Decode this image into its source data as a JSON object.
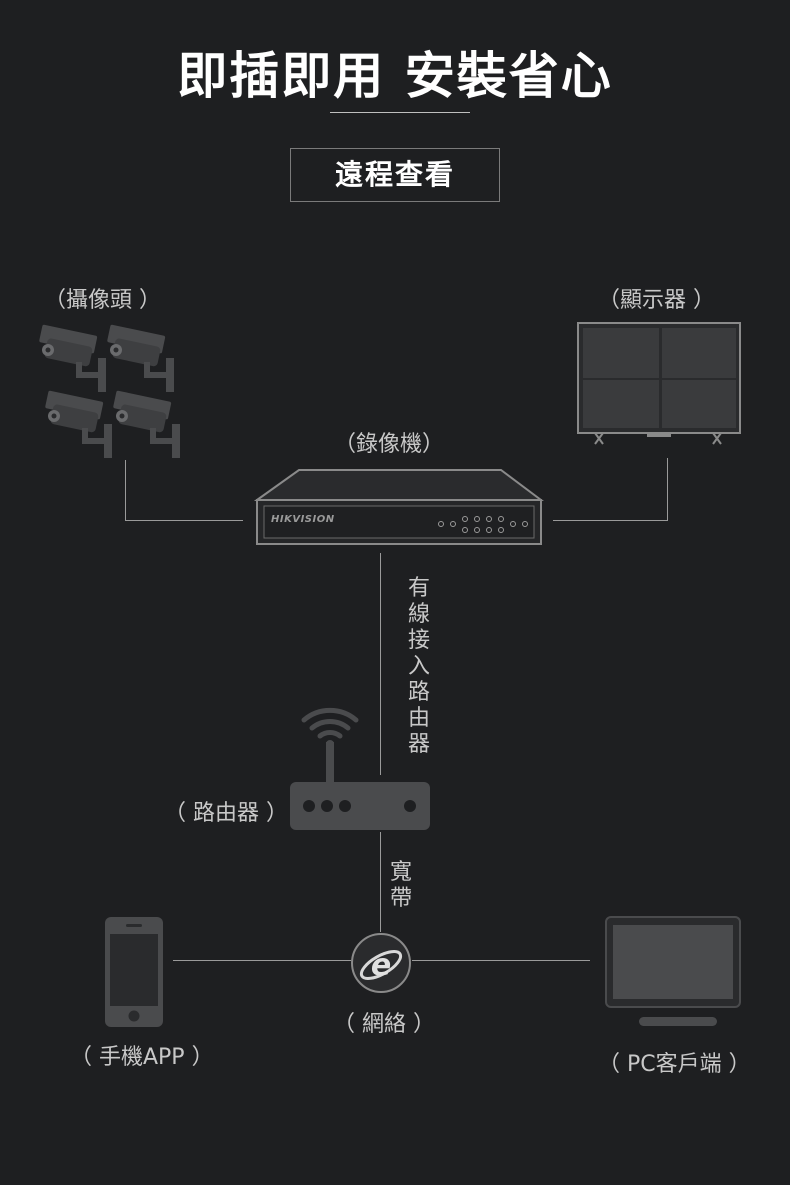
{
  "header": {
    "title": "即插即用 安裝省心",
    "subtitle": "遠程查看"
  },
  "nodes": {
    "camera": "（攝像頭 ）",
    "monitor": "（顯示器 ）",
    "nvr": "（錄像機）",
    "nvr_brand": "HIKVISION",
    "router": "（ 路由器 ）",
    "network": "（ 網絡 ）",
    "phone": "（ 手機APP ）",
    "pc": "（ PC客戶端 ）"
  },
  "links": {
    "nvr_router": "有線接入路由器",
    "router_network": "寬帶"
  },
  "colors": {
    "background": "#1e1f21",
    "icon": "#4a4b4d",
    "line": "#9a9a9a",
    "text": "#c8c8c8"
  },
  "icons": [
    "camera-icon",
    "monitor-icon",
    "nvr-icon",
    "wifi-router-icon",
    "ie-network-icon",
    "smartphone-icon",
    "pc-monitor-icon"
  ]
}
